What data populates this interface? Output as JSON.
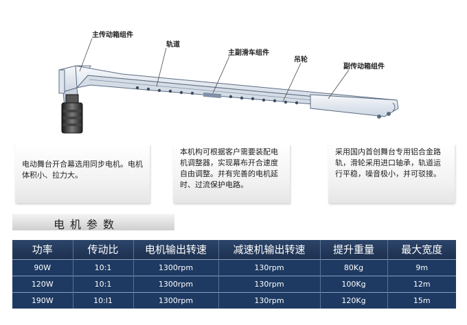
{
  "diagram": {
    "labels": {
      "main_drive": "主传动箱组件",
      "track": "轨道",
      "pulley_assembly": "主副滑车组件",
      "hanging_wheel": "吊轮",
      "aux_drive": "副传动箱组件"
    }
  },
  "descriptions": {
    "left": "电动舞台开合幕选用同步电机。电机体积小、拉力大。",
    "middle": "本机构可根据客户需要装配电机调整器，实现幕布开合速度自由调整。并有完善的电机延时、过流保护电路。",
    "right": "采用国内首创舞台专用铝合金路轨，滑轮采用进口轴承，轨道运行平稳，噪音极小，并可驳接。"
  },
  "section_title": "电机参数",
  "table": {
    "headers": [
      "功率",
      "传动比",
      "电机输出转速",
      "减速机输出转速",
      "提升重量",
      "最大宽度"
    ],
    "rows": [
      [
        "90W",
        "10:1",
        "1300rpm",
        "130rpm",
        "80Kg",
        "9m"
      ],
      [
        "120W",
        "10:1",
        "1300rpm",
        "130rpm",
        "100Kg",
        "12m"
      ],
      [
        "190W",
        "10:l1",
        "1300rpm",
        "130rpm",
        "120Kg",
        "15m"
      ]
    ]
  },
  "colors": {
    "table_body": "#1e3a62",
    "table_header": "#2c4569",
    "track_fill": "#e8edf3",
    "track_stroke": "#5a6a80"
  }
}
